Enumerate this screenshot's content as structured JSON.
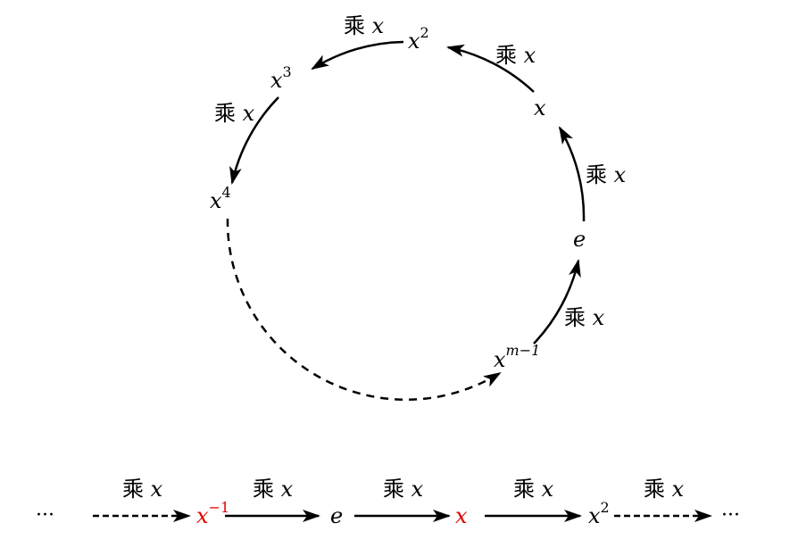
{
  "mult_label_char": "乘",
  "mult_label_var": "x",
  "cycle": {
    "nodes": [
      {
        "base": "e",
        "sup": ""
      },
      {
        "base": "x",
        "sup": ""
      },
      {
        "base": "x",
        "sup": "2"
      },
      {
        "base": "x",
        "sup": "3"
      },
      {
        "base": "x",
        "sup": "4"
      },
      {
        "base": "x",
        "sup": "m−1"
      }
    ]
  },
  "line": {
    "left_ellipsis": "···",
    "right_ellipsis": "···",
    "nodes": [
      {
        "base": "x",
        "sup": "−1",
        "color": "#e00000"
      },
      {
        "base": "e",
        "sup": "",
        "color": "#000000"
      },
      {
        "base": "x",
        "sup": "",
        "color": "#e00000"
      },
      {
        "base": "x",
        "sup": "2",
        "color": "#000000"
      }
    ]
  },
  "colors": {
    "highlight": "#e00000",
    "ink": "#000000"
  }
}
